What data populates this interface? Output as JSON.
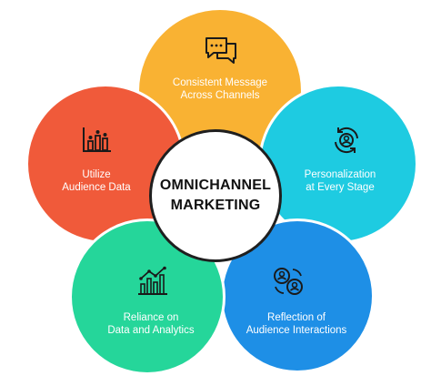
{
  "center": {
    "line1": "OMNICHANNEL",
    "line2": "MARKETING"
  },
  "colors": {
    "yellow": "#F9B233",
    "cyan": "#1ECBE1",
    "blue": "#1E8FE6",
    "green": "#25D69A",
    "red": "#F05A3A"
  },
  "petals": [
    {
      "icon": "chat-bubbles-icon",
      "line1": "Consistent Message",
      "line2": "Across Channels"
    },
    {
      "icon": "personalization-cycle-icon",
      "line1": "Personalization",
      "line2": "at Every Stage"
    },
    {
      "icon": "audience-interaction-icon",
      "line1": "Reflection of",
      "line2": "Audience Interactions"
    },
    {
      "icon": "analytics-chart-icon",
      "line1": "Reliance on",
      "line2": "Data and Analytics"
    },
    {
      "icon": "audience-bars-icon",
      "line1": "Utilize",
      "line2": "Audience Data"
    }
  ]
}
